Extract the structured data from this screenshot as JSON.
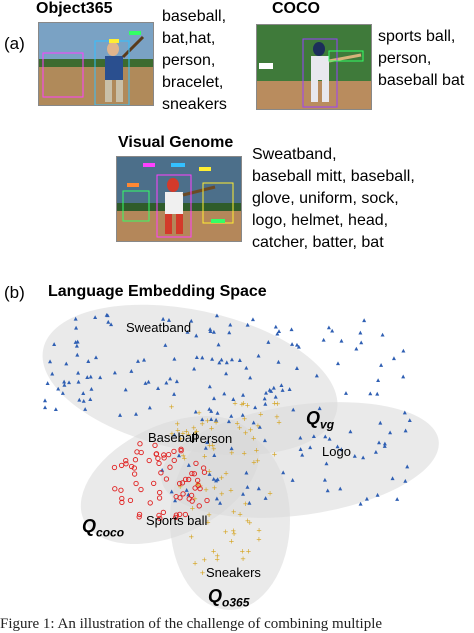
{
  "panel_a": {
    "label": "(a)",
    "object365": {
      "title": "Object365",
      "tags": "baseball,\nbat,hat,\nperson,\nbracelet,\nsneakers"
    },
    "coco": {
      "title": "COCO",
      "tags": "sports ball,\nperson,\nbaseball bat"
    },
    "visual_genome": {
      "title": "Visual Genome",
      "tags": "Sweatband,\nbaseball mitt, baseball,\nglove, uniform, sock,\nlogo, helmet, head,\ncatcher, batter, bat"
    }
  },
  "panel_b": {
    "label": "(b)",
    "title": "Language Embedding Space",
    "words": {
      "sweatband": "Sweatband",
      "baseball": "Baseball",
      "person": "Person",
      "logo": "Logo",
      "sports_ball": "Sports ball",
      "sneakers": "Sneakers"
    },
    "queries": {
      "vg": {
        "main": "Q",
        "sub": "vg"
      },
      "coco": {
        "main": "Q",
        "sub": "coco"
      },
      "o365": {
        "main": "Q",
        "sub": "o365"
      }
    },
    "colors": {
      "vg": "#2f5fb3",
      "coco": "#e02020",
      "o365": "#d4a017",
      "region": "#d9d9d9"
    }
  },
  "caption": "Figure 1: An illustration of the challenge of combining multiple"
}
